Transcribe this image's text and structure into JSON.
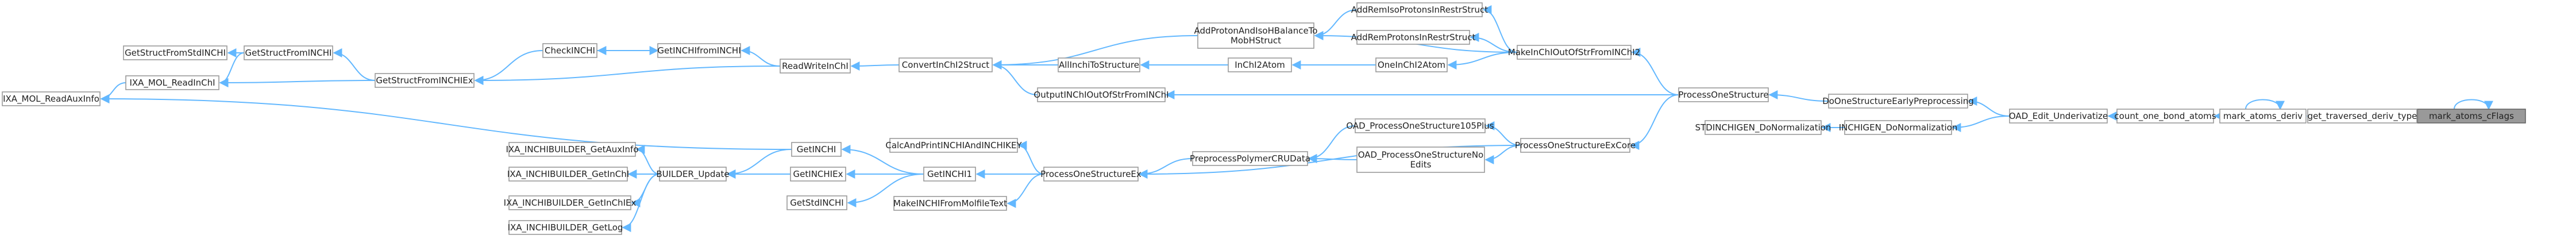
{
  "graph": {
    "direction": "callers-to-target (edges point left)",
    "colors": {
      "edge": "#63b8ff",
      "node_border": "#999999",
      "highlight_fill": "#999999",
      "text": "#222222"
    },
    "nodes": [
      {
        "id": "mark_atoms_cFlags",
        "label": [
          "mark_atoms_cFlags"
        ],
        "highlight": true
      },
      {
        "id": "get_traversed_deriv_type",
        "label": [
          "get_traversed_deriv_type"
        ]
      },
      {
        "id": "mark_atoms_deriv",
        "label": [
          "mark_atoms_deriv"
        ]
      },
      {
        "id": "count_one_bond_atoms",
        "label": [
          "count_one_bond_atoms"
        ]
      },
      {
        "id": "OAD_Edit_Underivatize",
        "label": [
          "OAD_Edit_Underivatize"
        ]
      },
      {
        "id": "DoOneStructureEarlyPreprocessing",
        "label": [
          "DoOneStructureEarlyPreprocessing"
        ]
      },
      {
        "id": "INCHIGEN_DoNormalization",
        "label": [
          "INCHIGEN_DoNormalization"
        ]
      },
      {
        "id": "STDINCHIGEN_DoNormalization",
        "label": [
          "STDINCHIGEN_DoNormalization"
        ]
      },
      {
        "id": "ProcessOneStructure",
        "label": [
          "ProcessOneStructure"
        ]
      },
      {
        "id": "ProcessOneStructureExCore",
        "label": [
          "ProcessOneStructureExCore"
        ]
      },
      {
        "id": "MakeInChIOutOfStrFromINChI2",
        "label": [
          "MakeInChIOutOfStrFromINChI2"
        ]
      },
      {
        "id": "OutputINChIOutOfStrFromINChI",
        "label": [
          "OutputINChIOutOfStrFromINChI"
        ]
      },
      {
        "id": "AddRemIsoProtonsInRestrStruct",
        "label": [
          "AddRemIsoProtonsInRestrStruct"
        ]
      },
      {
        "id": "AddProtonAndIsoHBalanceToMobHStruct",
        "label": [
          "AddProtonAndIsoHBalanceTo",
          "MobHStruct"
        ]
      },
      {
        "id": "AddRemProtonsInRestrStruct",
        "label": [
          "AddRemProtonsInRestrStruct"
        ]
      },
      {
        "id": "OneInChI2Atom",
        "label": [
          "OneInChI2Atom"
        ]
      },
      {
        "id": "InChI2Atom",
        "label": [
          "InChI2Atom"
        ]
      },
      {
        "id": "AllInchiToStructure",
        "label": [
          "AllInchiToStructure"
        ]
      },
      {
        "id": "ConvertInChI2Struct",
        "label": [
          "ConvertInChI2Struct"
        ]
      },
      {
        "id": "ReadWriteInChI",
        "label": [
          "ReadWriteInChI"
        ]
      },
      {
        "id": "GetINCHIfromINCHI",
        "label": [
          "GetINCHIfromINCHI"
        ]
      },
      {
        "id": "CheckINCHI",
        "label": [
          "CheckINCHI"
        ]
      },
      {
        "id": "GetStructFromINCHIEx",
        "label": [
          "GetStructFromINCHIEx"
        ]
      },
      {
        "id": "GetStructFromINCHI",
        "label": [
          "GetStructFromINCHI"
        ]
      },
      {
        "id": "GetStructFromStdINCHI",
        "label": [
          "GetStructFromStdINCHI"
        ]
      },
      {
        "id": "IXA_MOL_ReadInChI",
        "label": [
          "IXA_MOL_ReadInChI"
        ]
      },
      {
        "id": "IXA_MOL_ReadAuxInfo",
        "label": [
          "IXA_MOL_ReadAuxInfo"
        ]
      },
      {
        "id": "OAD_ProcessOneStructure105Plus",
        "label": [
          "OAD_ProcessOneStructure105Plus"
        ]
      },
      {
        "id": "OAD_ProcessOneStructureNoEdits",
        "label": [
          "OAD_ProcessOneStructureNo",
          "Edits"
        ]
      },
      {
        "id": "PreprocessPolymerCRUData",
        "label": [
          "PreprocessPolymerCRUData"
        ]
      },
      {
        "id": "ProcessOneStructureEx",
        "label": [
          "ProcessOneStructureEx"
        ]
      },
      {
        "id": "CalcAndPrintINCHIAndINCHIKEY",
        "label": [
          "CalcAndPrintINCHIAndINCHIKEY"
        ]
      },
      {
        "id": "GetINCHI1",
        "label": [
          "GetINCHI1"
        ]
      },
      {
        "id": "MakeINCHIFromMolfileText",
        "label": [
          "MakeINCHIFromMolfileText"
        ]
      },
      {
        "id": "GetINCHI",
        "label": [
          "GetINCHI"
        ]
      },
      {
        "id": "GetINCHIEx",
        "label": [
          "GetINCHIEx"
        ]
      },
      {
        "id": "GetStdINCHI",
        "label": [
          "GetStdINCHI"
        ]
      },
      {
        "id": "INCHIGEN_BUILDER_Update",
        "label": [
          "BUILDER_Update"
        ]
      },
      {
        "id": "IXA_INCHIBUILDER_GetAuxInfo",
        "label": [
          "IXA_INCHIBUILDER_GetAuxInfo"
        ]
      },
      {
        "id": "IXA_INCHIBUILDER_GetInChI",
        "label": [
          "IXA_INCHIBUILDER_GetInChI"
        ]
      },
      {
        "id": "IXA_INCHIBUILDER_GetInChIEx",
        "label": [
          "IXA_INCHIBUILDER_GetInChIEx"
        ]
      },
      {
        "id": "IXA_INCHIBUILDER_GetLog",
        "label": [
          "IXA_INCHIBUILDER_GetLog"
        ]
      }
    ],
    "edges": [
      {
        "from": "mark_atoms_cFlags",
        "to": "mark_atoms_cFlags"
      },
      {
        "from": "get_traversed_deriv_type",
        "to": "mark_atoms_cFlags"
      },
      {
        "from": "mark_atoms_deriv",
        "to": "mark_atoms_cFlags"
      },
      {
        "from": "mark_atoms_deriv",
        "to": "mark_atoms_deriv"
      },
      {
        "from": "count_one_bond_atoms",
        "to": "mark_atoms_deriv"
      },
      {
        "from": "OAD_Edit_Underivatize",
        "to": "count_one_bond_atoms"
      },
      {
        "from": "DoOneStructureEarlyPreprocessing",
        "to": "OAD_Edit_Underivatize"
      },
      {
        "from": "INCHIGEN_DoNormalization",
        "to": "OAD_Edit_Underivatize"
      },
      {
        "from": "STDINCHIGEN_DoNormalization",
        "to": "INCHIGEN_DoNormalization"
      },
      {
        "from": "ProcessOneStructure",
        "to": "DoOneStructureEarlyPreprocessing"
      },
      {
        "from": "ProcessOneStructureExCore",
        "to": "ProcessOneStructure"
      },
      {
        "from": "MakeInChIOutOfStrFromINChI2",
        "to": "ProcessOneStructure"
      },
      {
        "from": "OutputINChIOutOfStrFromINChI",
        "to": "ProcessOneStructure"
      },
      {
        "from": "AddRemIsoProtonsInRestrStruct",
        "to": "MakeInChIOutOfStrFromINChI2"
      },
      {
        "from": "AddProtonAndIsoHBalanceToMobHStruct",
        "to": "AddRemIsoProtonsInRestrStruct"
      },
      {
        "from": "AddProtonAndIsoHBalanceToMobHStruct",
        "to": "MakeInChIOutOfStrFromINChI2"
      },
      {
        "from": "AddRemProtonsInRestrStruct",
        "to": "MakeInChIOutOfStrFromINChI2"
      },
      {
        "from": "OneInChI2Atom",
        "to": "MakeInChIOutOfStrFromINChI2"
      },
      {
        "from": "InChI2Atom",
        "to": "OneInChI2Atom"
      },
      {
        "from": "AllInchiToStructure",
        "to": "InChI2Atom"
      },
      {
        "from": "ConvertInChI2Struct",
        "to": "AllInchiToStructure"
      },
      {
        "from": "ConvertInChI2Struct",
        "to": "AddProtonAndIsoHBalanceToMobHStruct"
      },
      {
        "from": "ConvertInChI2Struct",
        "to": "OutputINChIOutOfStrFromINChI"
      },
      {
        "from": "ReadWriteInChI",
        "to": "ConvertInChI2Struct"
      },
      {
        "from": "GetINCHIfromINCHI",
        "to": "ReadWriteInChI"
      },
      {
        "from": "CheckINCHI",
        "to": "GetINCHIfromINCHI"
      },
      {
        "from": "GetINCHIfromINCHI",
        "to": "CheckINCHI"
      },
      {
        "from": "GetStructFromINCHIEx",
        "to": "ReadWriteInChI"
      },
      {
        "from": "GetStructFromINCHIEx",
        "to": "CheckINCHI"
      },
      {
        "from": "GetStructFromINCHI",
        "to": "GetStructFromINCHIEx"
      },
      {
        "from": "GetStructFromStdINCHI",
        "to": "GetStructFromINCHI"
      },
      {
        "from": "IXA_MOL_ReadInChI",
        "to": "GetStructFromINCHI"
      },
      {
        "from": "IXA_MOL_ReadInChI",
        "to": "GetStructFromINCHIEx"
      },
      {
        "from": "IXA_MOL_ReadAuxInfo",
        "to": "IXA_MOL_ReadInChI"
      },
      {
        "from": "IXA_MOL_ReadAuxInfo",
        "to": "GetINCHI"
      },
      {
        "from": "OAD_ProcessOneStructure105Plus",
        "to": "ProcessOneStructureExCore"
      },
      {
        "from": "OAD_ProcessOneStructureNoEdits",
        "to": "ProcessOneStructureExCore"
      },
      {
        "from": "PreprocessPolymerCRUData",
        "to": "OAD_ProcessOneStructure105Plus"
      },
      {
        "from": "PreprocessPolymerCRUData",
        "to": "OAD_ProcessOneStructureNoEdits"
      },
      {
        "from": "ProcessOneStructureEx",
        "to": "PreprocessPolymerCRUData"
      },
      {
        "from": "ProcessOneStructureEx",
        "to": "ProcessOneStructureExCore"
      },
      {
        "from": "CalcAndPrintINCHIAndINCHIKEY",
        "to": "ProcessOneStructureEx"
      },
      {
        "from": "GetINCHI1",
        "to": "ProcessOneStructureEx"
      },
      {
        "from": "MakeINCHIFromMolfileText",
        "to": "ProcessOneStructureEx"
      },
      {
        "from": "GetINCHI",
        "to": "GetINCHI1"
      },
      {
        "from": "GetINCHIEx",
        "to": "GetINCHI1"
      },
      {
        "from": "GetStdINCHI",
        "to": "GetINCHI1"
      },
      {
        "from": "INCHIGEN_BUILDER_Update",
        "to": "GetINCHI"
      },
      {
        "from": "INCHIGEN_BUILDER_Update",
        "to": "GetINCHIEx"
      },
      {
        "from": "IXA_INCHIBUILDER_GetAuxInfo",
        "to": "INCHIGEN_BUILDER_Update"
      },
      {
        "from": "IXA_INCHIBUILDER_GetInChI",
        "to": "INCHIGEN_BUILDER_Update"
      },
      {
        "from": "IXA_INCHIBUILDER_GetInChIEx",
        "to": "INCHIGEN_BUILDER_Update"
      },
      {
        "from": "IXA_INCHIBUILDER_GetLog",
        "to": "INCHIGEN_BUILDER_Update"
      }
    ]
  }
}
